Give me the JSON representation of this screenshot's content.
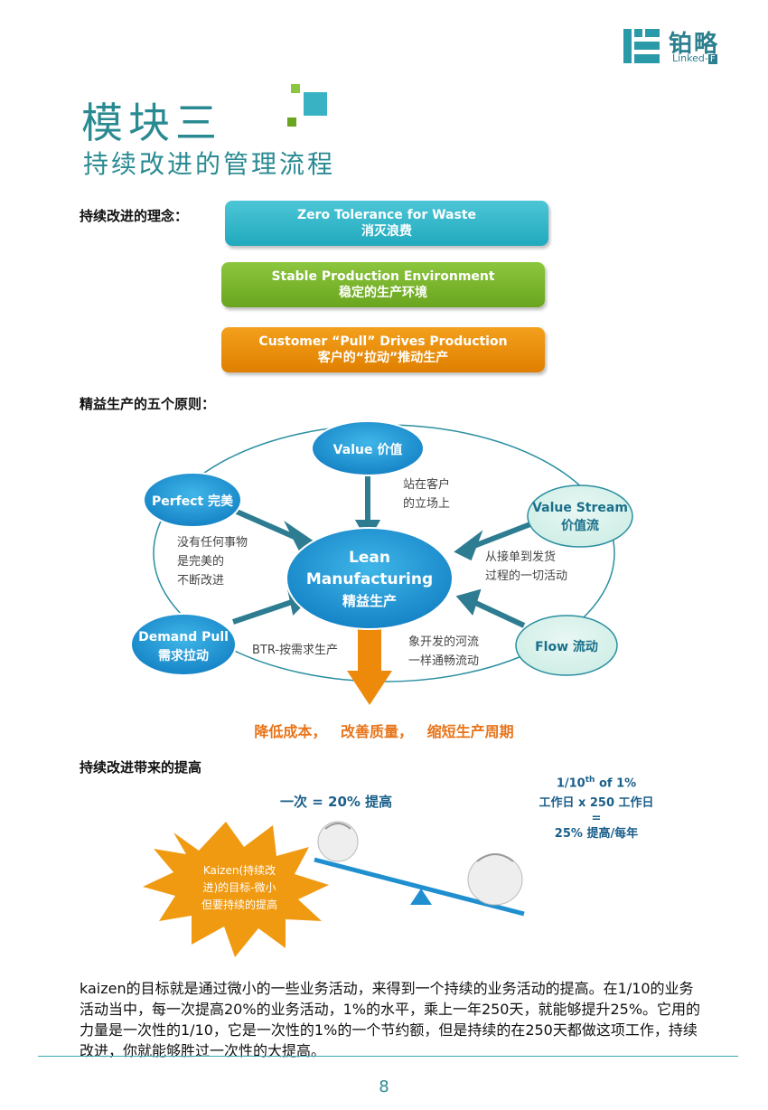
{
  "logo": {
    "cn": "铂略",
    "en_prefix": "Linked-",
    "en_suffix": "F",
    "color": "#2b7f8f"
  },
  "title": {
    "main": "模块三",
    "sub": "持续改进的管理流程",
    "color": "#2a8a92"
  },
  "concepts": {
    "label": "持续改进的理念：",
    "items": [
      {
        "en": "Zero Tolerance for Waste",
        "cn": "消灭浪费",
        "color": "#21a9be"
      },
      {
        "en": "Stable Production Environment",
        "cn": "稳定的生产环境",
        "color": "#6aa51f"
      },
      {
        "en": "Customer “Pull” Drives Production",
        "cn": "客户的“拉动”推动生产",
        "color": "#e07f00"
      }
    ]
  },
  "principles": {
    "label": "精益生产的五个原则：",
    "center": {
      "line1": "Lean",
      "line2": "Manufacturing",
      "line3": "精益生产"
    },
    "value": "Value 价值",
    "value_note": [
      "站在客户",
      "的立场上"
    ],
    "perfect": "Perfect  完美",
    "perfect_note": [
      "没有任何事物",
      "是完美的",
      "不断改进"
    ],
    "stream": [
      "Value Stream",
      "价值流"
    ],
    "stream_note": [
      "从接单到发货",
      "过程的一切活动"
    ],
    "demand": [
      "Demand Pull",
      "需求拉动"
    ],
    "demand_note": "BTR-按需求生产",
    "flow": "Flow  流动",
    "flow_note": [
      "象开发的河流",
      "一样通畅流动"
    ],
    "result": "降低成本， 改善质量， 缩短生产周期"
  },
  "improvement": {
    "label": "持续改进带来的提高",
    "once": "一次 = 20% 提高",
    "right_line1_pre": "1/10",
    "right_line1_sup": "th",
    "right_line1_post": " of 1%",
    "right_line2": "工作日 x 250 工作日",
    "right_line3": "=",
    "right_line4": "25% 提高/每年",
    "burst": [
      "Kaizen(持续改",
      "进)的目标-微小",
      "但要持续的提高"
    ]
  },
  "paragraph": "kaizen的目标就是通过微小的一些业务活动，来得到一个持续的业务活动的提高。在1/10的业务活动当中，每一次提高20%的业务活动，1%的水平，乘上一年250天，就能够提升25%。它用的力量是一次性的1/10，它是一次性的1%的一个节约额，但是持续的在250天都做这项工作，持续改进，你就能够胜过一次性的大提高。",
  "page_number": "8"
}
